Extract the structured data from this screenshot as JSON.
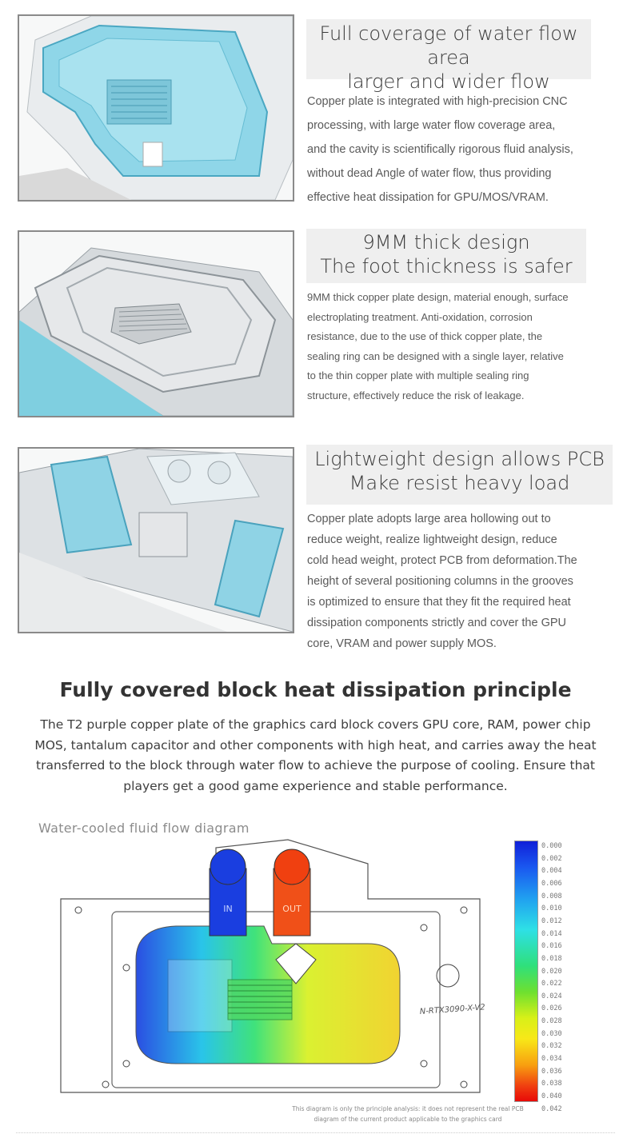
{
  "sections": [
    {
      "title_lines": [
        "Full coverage of water flow area",
        "larger and wider flow"
      ],
      "body_lines": [
        "Copper plate is integrated with high-precision CNC",
        "processing, with large water flow coverage area,",
        "and the cavity is scientifically rigorous fluid analysis,",
        "without dead Angle of water flow, thus providing",
        "effective heat dissipation for GPU/MOS/VRAM."
      ]
    },
    {
      "title_lines": [
        "9MM thick design",
        "The foot thickness is safer"
      ],
      "body_lines": [
        "9MM thick copper plate design, material enough, surface",
        "electroplating treatment. Anti-oxidation, corrosion",
        "resistance, due to the use of thick copper plate, the",
        "sealing ring can be designed with a single layer, relative",
        "to the thin copper plate with multiple sealing ring",
        "structure, effectively reduce the risk of leakage."
      ]
    },
    {
      "title_lines": [
        "Lightweight design allows PCB",
        "Make resist heavy load"
      ],
      "body_lines": [
        "Copper plate adopts large area hollowing out to",
        "reduce weight, realize lightweight design, reduce",
        "cold head weight, protect PCB from deformation.The",
        "height of several positioning columns in the grooves",
        "is optimized to ensure that they fit the required heat",
        "dissipation components strictly and cover the GPU",
        "core, VRAM and power supply MOS."
      ]
    }
  ],
  "principle": {
    "heading": "Fully covered block heat dissipation principle",
    "para_lines": [
      "The T2 purple copper plate of the graphics card block covers GPU core, RAM, power chip",
      "MOS, tantalum capacitor and other components with high heat, and carries away the heat",
      "transferred to the block through water flow to achieve the purpose of cooling. Ensure that",
      "players get a good game experience and stable performance."
    ]
  },
  "flow_diagram": {
    "label": "Water-cooled fluid flow diagram",
    "model_text": "N-RTX3090-X-V2",
    "port_in": "IN",
    "port_out": "OUT",
    "legend_values": [
      "0.000",
      "0.002",
      "0.004",
      "0.006",
      "0.008",
      "0.010",
      "0.012",
      "0.014",
      "0.016",
      "0.018",
      "0.020",
      "0.022",
      "0.024",
      "0.026",
      "0.028",
      "0.030",
      "0.032",
      "0.034",
      "0.036",
      "0.038",
      "0.040",
      "0.042"
    ],
    "disclaimer_lines": [
      "This diagram is only the principle analysis: it does not represent the real PCB",
      "diagram of the current product applicable to the graphics card"
    ]
  },
  "colors": {
    "accent_cyan": "#7fd3e6",
    "frame_border": "#8a8a8a",
    "title_bg": "#efefef"
  }
}
